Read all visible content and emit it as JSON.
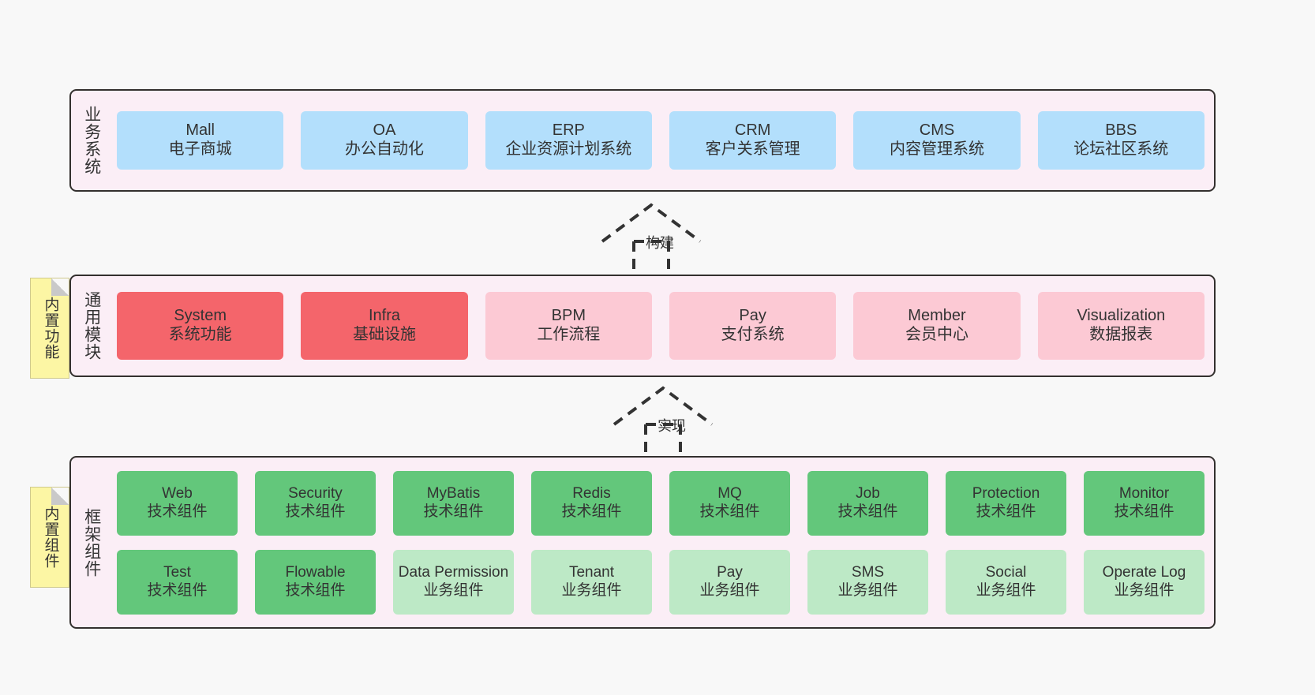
{
  "diagram": {
    "title": "",
    "colors": {
      "panel_bg": "#fbeef6",
      "panel_border": "#33302e",
      "business": "#b3dffc",
      "module_core": "#f4656b",
      "module_optional": "#fcc9d4",
      "tech_component": "#63c77b",
      "business_component": "#bde9c6",
      "note": "#fcf6a4",
      "canvas_bg": "#f8f8f8"
    }
  },
  "layers": {
    "business": {
      "title": "业务系统",
      "items": [
        {
          "name": "Mall",
          "desc": "电子商城"
        },
        {
          "name": "OA",
          "desc": "办公自动化"
        },
        {
          "name": "ERP",
          "desc": "企业资源计划系统"
        },
        {
          "name": "CRM",
          "desc": "客户关系管理"
        },
        {
          "name": "CMS",
          "desc": "内容管理系统"
        },
        {
          "name": "BBS",
          "desc": "论坛社区系统"
        }
      ]
    },
    "common": {
      "title": "通用模块",
      "note": "内置功能",
      "items": [
        {
          "name": "System",
          "desc": "系统功能"
        },
        {
          "name": "Infra",
          "desc": "基础设施"
        },
        {
          "name": "BPM",
          "desc": "工作流程"
        },
        {
          "name": "Pay",
          "desc": "支付系统"
        },
        {
          "name": "Member",
          "desc": "会员中心"
        },
        {
          "name": "Visualization",
          "desc": "数据报表"
        }
      ]
    },
    "framework": {
      "title": "框架组件",
      "note": "内置组件",
      "row1": [
        {
          "name": "Web",
          "desc": "技术组件"
        },
        {
          "name": "Security",
          "desc": "技术组件"
        },
        {
          "name": "MyBatis",
          "desc": "技术组件"
        },
        {
          "name": "Redis",
          "desc": "技术组件"
        },
        {
          "name": "MQ",
          "desc": "技术组件"
        },
        {
          "name": "Job",
          "desc": "技术组件"
        },
        {
          "name": "Protection",
          "desc": "技术组件"
        },
        {
          "name": "Monitor",
          "desc": "技术组件"
        }
      ],
      "row2": [
        {
          "name": "Test",
          "desc": "技术组件"
        },
        {
          "name": "Flowable",
          "desc": "技术组件"
        },
        {
          "name": "Data Permission",
          "desc": "业务组件"
        },
        {
          "name": "Tenant",
          "desc": "业务组件"
        },
        {
          "name": "Pay",
          "desc": "业务组件"
        },
        {
          "name": "SMS",
          "desc": "业务组件"
        },
        {
          "name": "Social",
          "desc": "业务组件"
        },
        {
          "name": "Operate Log",
          "desc": "业务组件"
        }
      ]
    }
  },
  "connectors": {
    "build": "构建",
    "implement": "实现"
  }
}
